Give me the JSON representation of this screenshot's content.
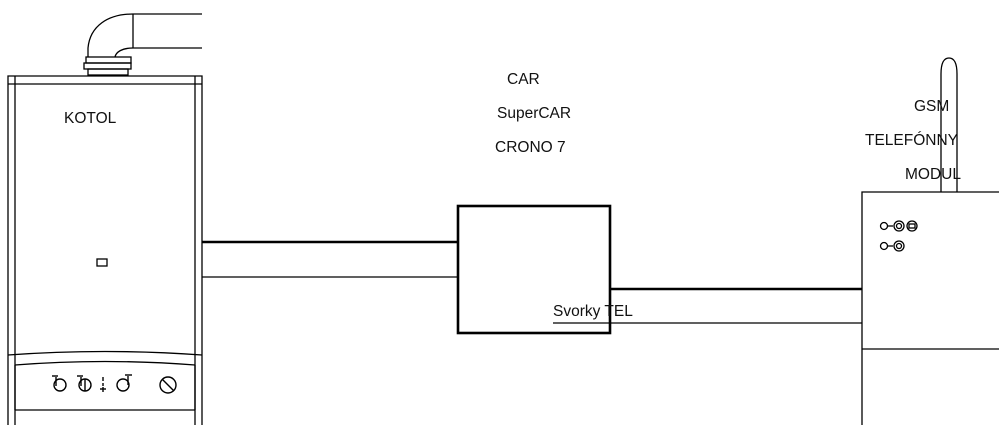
{
  "labels": {
    "boiler": "KOTOL",
    "car_models": [
      "CAR",
      "SuperCAR",
      "CRONO 7"
    ],
    "tel_terminals": "Svorky TEL",
    "gsm_module": [
      "GSM",
      "TELEFÓNNY",
      "MODUL"
    ]
  },
  "icons": {
    "boiler_panel": [
      "tap-icon",
      "radiator-tap-icon",
      "temperature-adjust-icon",
      "tap-flame-icon",
      "no-entry-icon"
    ],
    "gsm_indicators": [
      "led-icon",
      "led-icon",
      "phone-indicator-icon",
      "led-icon",
      "led-icon"
    ]
  },
  "colors": {
    "line": "#000000",
    "background": "#ffffff"
  }
}
